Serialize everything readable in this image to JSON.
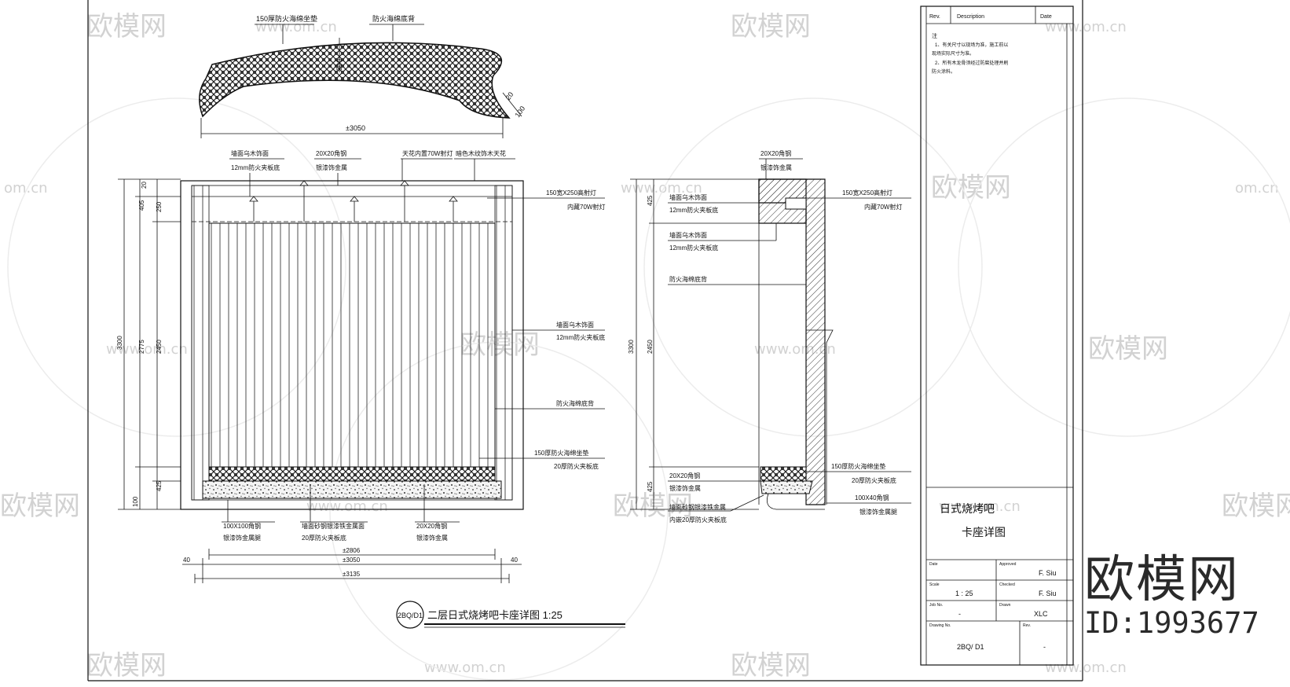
{
  "watermark": {
    "brand": "欧模网",
    "url": "www.om.cn",
    "url_short": "om.cn"
  },
  "brand_badge": {
    "name": "欧模网",
    "id_text": "ID:1993677"
  },
  "plan_view": {
    "label_top_left": "150厚防火海绵坐垫",
    "label_top_right": "防火海绵底背",
    "dim_width": "±3050",
    "dim_thickness": "500",
    "dim_side_a": "20",
    "dim_side_b": "100"
  },
  "elevation": {
    "callouts_top": [
      "墙面乌木饰面",
      "12mm防火夹板底",
      "20X20角钢",
      "银漆饰金属",
      "天花内置70W射灯",
      "暗色木纹饰木天花"
    ],
    "callouts_right": [
      "150宽X250高射灯",
      "内藏70W射灯",
      "墙面乌木饰面",
      "12mm防火夹板底",
      "防火海绵底背",
      "150厚防火海绵坐垫",
      "20厚防火夹板底"
    ],
    "callouts_bottom": [
      "100X100角钢",
      "银漆饰金属腿",
      "墙面砂钢银漆铁金属面",
      "20厚防火夹板底",
      "20X20角钢",
      "银漆饰金属"
    ],
    "dims_left": [
      "20",
      "405",
      "250",
      "2450",
      "2775",
      "3300",
      "425",
      "100"
    ],
    "dims_bottom": [
      "±2806",
      "±3050",
      "±3135",
      "40",
      "40"
    ]
  },
  "section": {
    "callouts_top": [
      "20X20角钢",
      "银漆饰金属"
    ],
    "callouts_left": [
      "墙面乌木饰面",
      "12mm防火夹板底",
      "墙面乌木饰面",
      "12mm防火夹板底",
      "防火海绵底背",
      "20X20角钢",
      "银漆饰金属",
      "墙面砂钢银漆铁金属",
      "内嵌20厚防火夹板底"
    ],
    "callouts_right": [
      "150宽X250高射灯",
      "内藏70W射灯",
      "150厚防火海绵坐垫",
      "20厚防火夹板底",
      "100X40角钢",
      "银漆饰金属腿"
    ],
    "dims_left": [
      "425",
      "2450",
      "3300",
      "425"
    ]
  },
  "drawing_title": {
    "tag": "2BQ/D1",
    "text": "二层日式烧烤吧卡座详图 1:25"
  },
  "title_block": {
    "rev_header": "Rev.",
    "desc_header": "Description",
    "date_header": "Date",
    "notes_heading": "注",
    "notes": [
      "1、有关尺寸以现场为准，施工前以",
      "现场实际尺寸为准。",
      "2、所有木龙骨须经过防腐处理并刷",
      "防火涂料。"
    ],
    "project_title_1": "日式烧烤吧",
    "project_title_2": "卡座详图",
    "date_label": "Date",
    "approved_label": "Approved",
    "approved_value": "F. Siu",
    "scale_label": "Scale",
    "scale_value": "1 : 25",
    "checked_label": "Checked",
    "checked_value": "F. Siu",
    "job_label": "Job No.",
    "job_value": "-",
    "drawn_label": "Drawn",
    "drawn_value": "XLC",
    "drawing_no_label": "Drawing No.",
    "drawing_no_value": "2BQ/ D1",
    "rev_label": "Rev.",
    "rev_value": "-"
  }
}
